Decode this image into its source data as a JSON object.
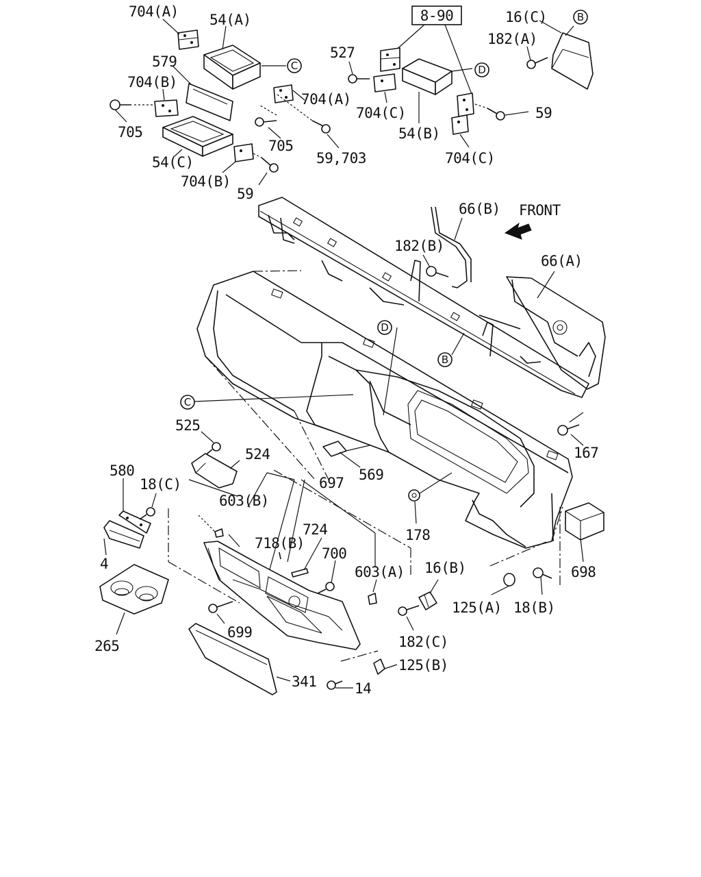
{
  "diagram": {
    "front_label": "FRONT",
    "reference_box": "8-90",
    "callouts": {
      "B": "B",
      "C": "C",
      "D": "D"
    },
    "labels": {
      "p704a_top": "704(A)",
      "p54a": "54(A)",
      "p579": "579",
      "p704b_top": "704(B)",
      "p705_left": "705",
      "p54c": "54(C)",
      "p704b_bottom": "704(B)",
      "p59_left": "59",
      "p705_mid": "705",
      "p704a_mid": "704(A)",
      "p59_703": "59,703",
      "p527": "527",
      "p704c_mid": "704(C)",
      "p54b": "54(B)",
      "p704c_right": "704(C)",
      "p59_right": "59",
      "p16c": "16(C)",
      "p182a": "182(A)",
      "p66b": "66(B)",
      "p182b": "182(B)",
      "p66a": "66(A)",
      "p167": "167",
      "p525": "525",
      "p524": "524",
      "p580": "580",
      "p18c": "18(C)",
      "p603b": "603(B)",
      "p697": "697",
      "p569": "569",
      "p4": "4",
      "p718b": "718(B)",
      "p724": "724",
      "p700": "700",
      "p603a": "603(A)",
      "p16b": "16(B)",
      "p178": "178",
      "p698": "698",
      "p265": "265",
      "p699": "699",
      "p125a": "125(A)",
      "p18b": "18(B)",
      "p182c": "182(C)",
      "p125b": "125(B)",
      "p341": "341",
      "p14": "14"
    }
  }
}
